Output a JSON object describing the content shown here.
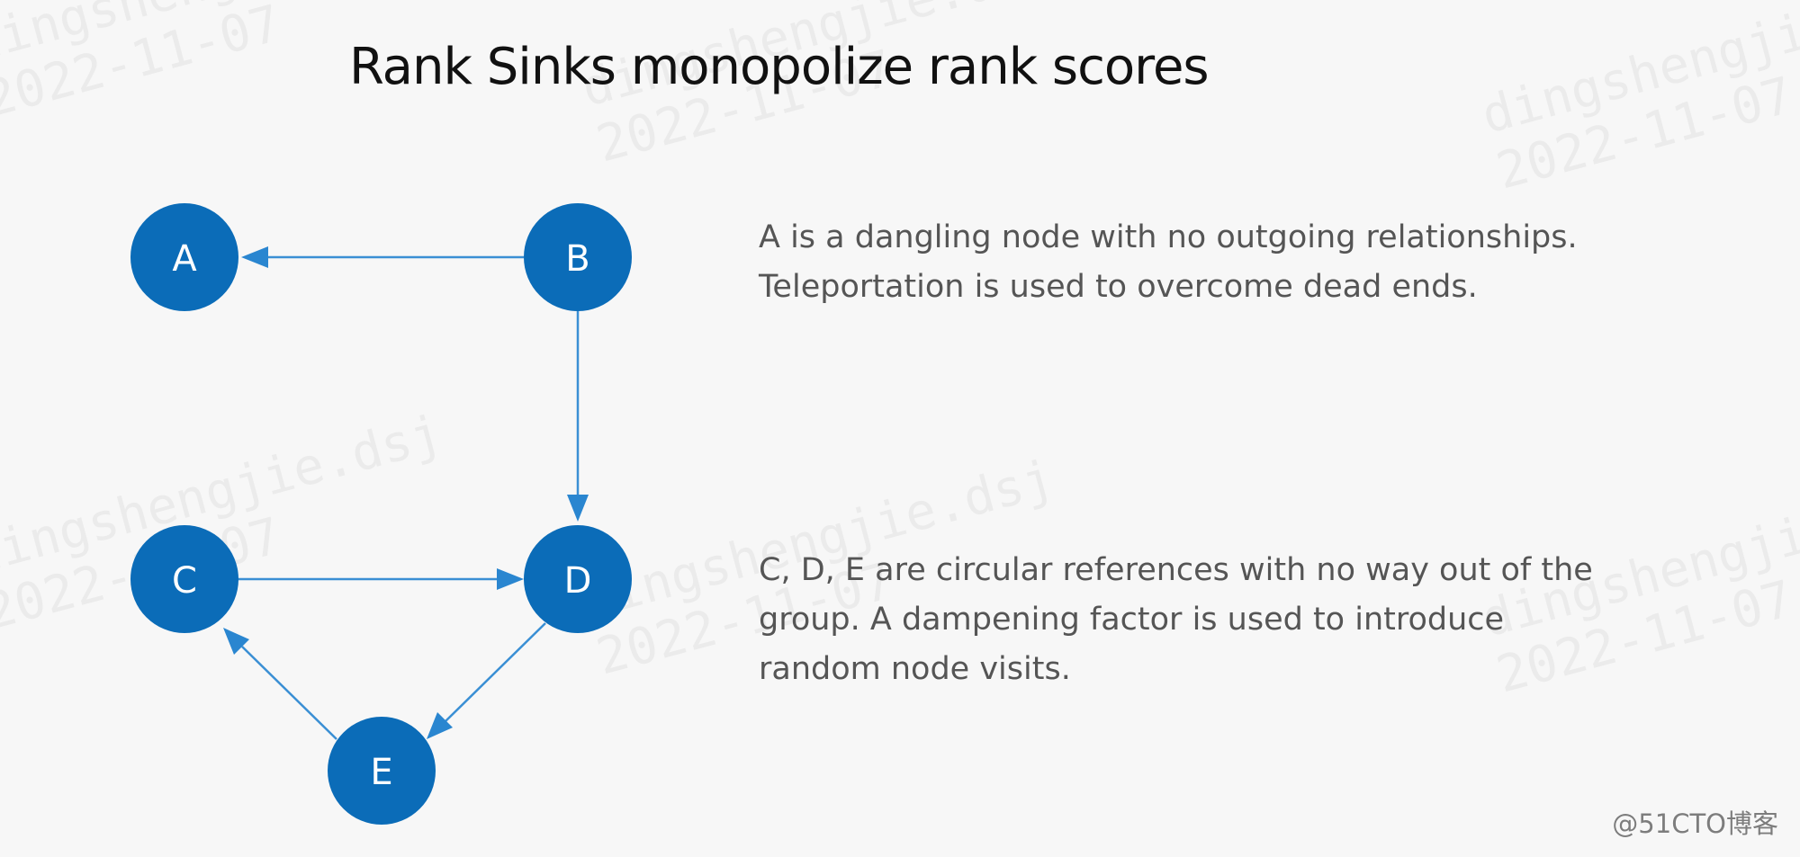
{
  "title": "Rank Sinks monopolize rank scores",
  "notes": [
    [
      "A  is a dangling node with no outgoing relationships.",
      "Teleportation is used to overcome dead ends."
    ],
    [
      "C, D, E are circular references with no way out of the",
      "group. A dampening factor is used to introduce",
      "random node visits."
    ]
  ],
  "graph": {
    "nodes": [
      "A",
      "B",
      "C",
      "D",
      "E"
    ],
    "edges": [
      {
        "from": "B",
        "to": "A"
      },
      {
        "from": "B",
        "to": "D"
      },
      {
        "from": "C",
        "to": "D"
      },
      {
        "from": "D",
        "to": "E"
      },
      {
        "from": "E",
        "to": "C"
      }
    ]
  },
  "watermarks": {
    "name": "dingshengjie.dsj",
    "date": "2022-11-07"
  },
  "source_badge": "@51CTO博客",
  "colors": {
    "node_fill": "#0b6cb8",
    "edge": "#3a8fd4",
    "background": "#f7f7f7"
  }
}
